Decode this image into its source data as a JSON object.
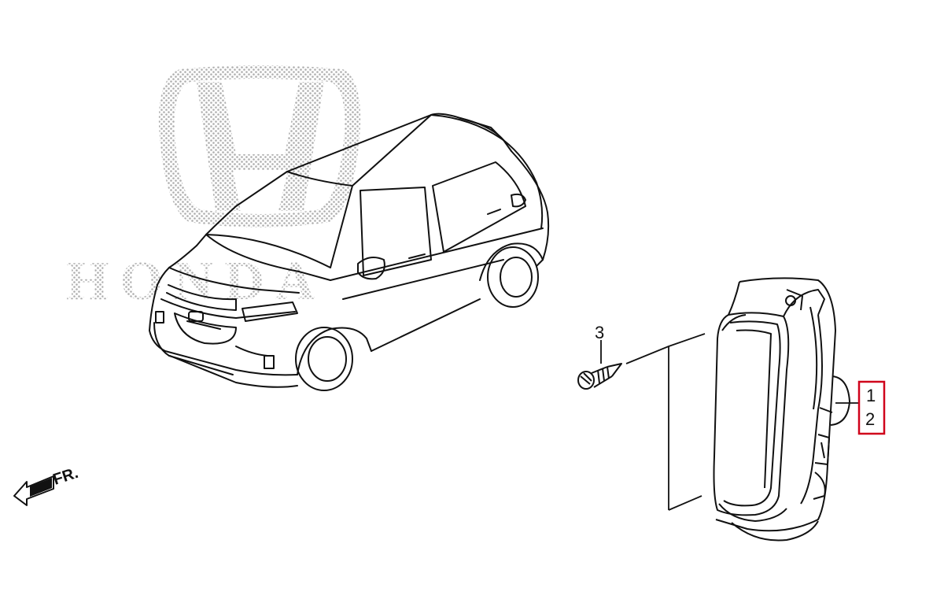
{
  "callouts": {
    "screw": "3",
    "lamp_upper": "1",
    "lamp_lower": "2"
  },
  "direction": {
    "label": "FR."
  },
  "watermark": {
    "brand": "HONDA"
  },
  "colors": {
    "line": "#111111",
    "highlight_box": "#d0021b",
    "watermark_dots": "#9a9a9a"
  }
}
